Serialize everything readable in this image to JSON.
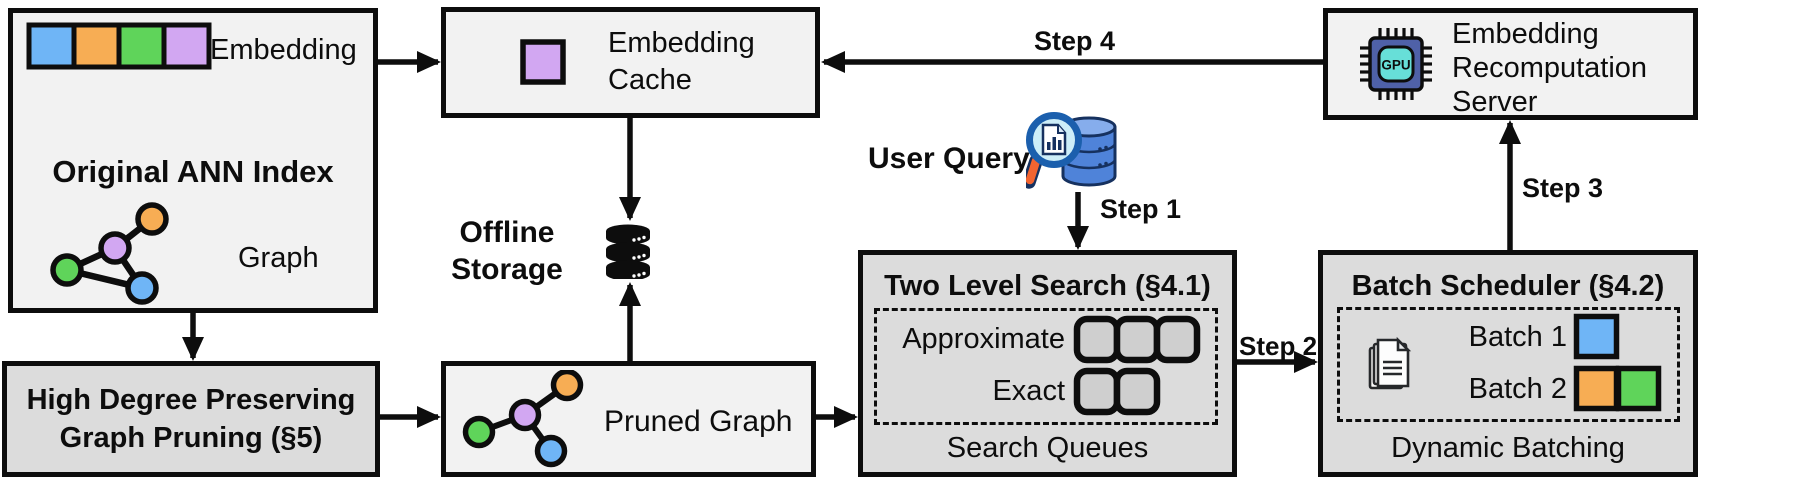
{
  "palette": {
    "blue": "#6FB5F6",
    "orange": "#F7AD54",
    "green": "#5FD45A",
    "purple": "#D2A7F2",
    "box_light": "#F2F2F2",
    "box_dark": "#DCDCDC",
    "border": "#0D0D0D",
    "queue_fill": "#CFCFCF",
    "gpu_body": "#4F61A8",
    "gpu_core": "#67DFD8",
    "db_blue": "#4F83D9",
    "db_blue_light": "#86ADEC",
    "lens_fill": "#CDEEF8",
    "lens_rim": "#1B5FAD",
    "handle_orange": "#F26430"
  },
  "nodes": {
    "original_ann_index": {
      "title": "Original ANN Index",
      "embedding_label": "Embedding",
      "graph_label": "Graph"
    },
    "embedding_cache": {
      "label": "Embedding\nCache"
    },
    "offline_storage": {
      "label": "Offline\nStorage"
    },
    "high_degree_pruning": {
      "label": "High Degree Preserving\nGraph Pruning (§5)"
    },
    "pruned_graph": {
      "label": "Pruned Graph"
    },
    "user_query": {
      "label": "User Query"
    },
    "two_level_search": {
      "title": "Two Level Search (§4.1)",
      "approximate_label": "Approximate",
      "approximate_slots": 3,
      "exact_label": "Exact",
      "exact_slots": 2,
      "caption": "Search Queues"
    },
    "batch_scheduler": {
      "title": "Batch Scheduler (§4.2)",
      "batch1_label": "Batch 1",
      "batch1_colors": [
        "blue"
      ],
      "batch2_label": "Batch 2",
      "batch2_colors": [
        "orange",
        "green"
      ],
      "caption": "Dynamic Batching"
    },
    "recomputation_server": {
      "label": "Embedding\nRecomputation\nServer",
      "chip_label": "GPU"
    }
  },
  "steps": {
    "step1": "Step 1",
    "step2": "Step 2",
    "step3": "Step 3",
    "step4": "Step 4"
  },
  "flows": [
    {
      "from": "original_ann_index",
      "to": "embedding_cache",
      "label": ""
    },
    {
      "from": "original_ann_index",
      "to": "high_degree_pruning",
      "label": ""
    },
    {
      "from": "high_degree_pruning",
      "to": "pruned_graph",
      "label": ""
    },
    {
      "from": "pruned_graph",
      "to": "offline_storage",
      "label": ""
    },
    {
      "from": "embedding_cache",
      "to": "offline_storage",
      "label": ""
    },
    {
      "from": "pruned_graph",
      "to": "two_level_search",
      "label": ""
    },
    {
      "from": "user_query",
      "to": "two_level_search",
      "label": "Step 1"
    },
    {
      "from": "two_level_search",
      "to": "batch_scheduler",
      "label": "Step 2"
    },
    {
      "from": "batch_scheduler",
      "to": "recomputation_server",
      "label": "Step 3"
    },
    {
      "from": "recomputation_server",
      "to": "embedding_cache",
      "label": "Step 4"
    }
  ]
}
